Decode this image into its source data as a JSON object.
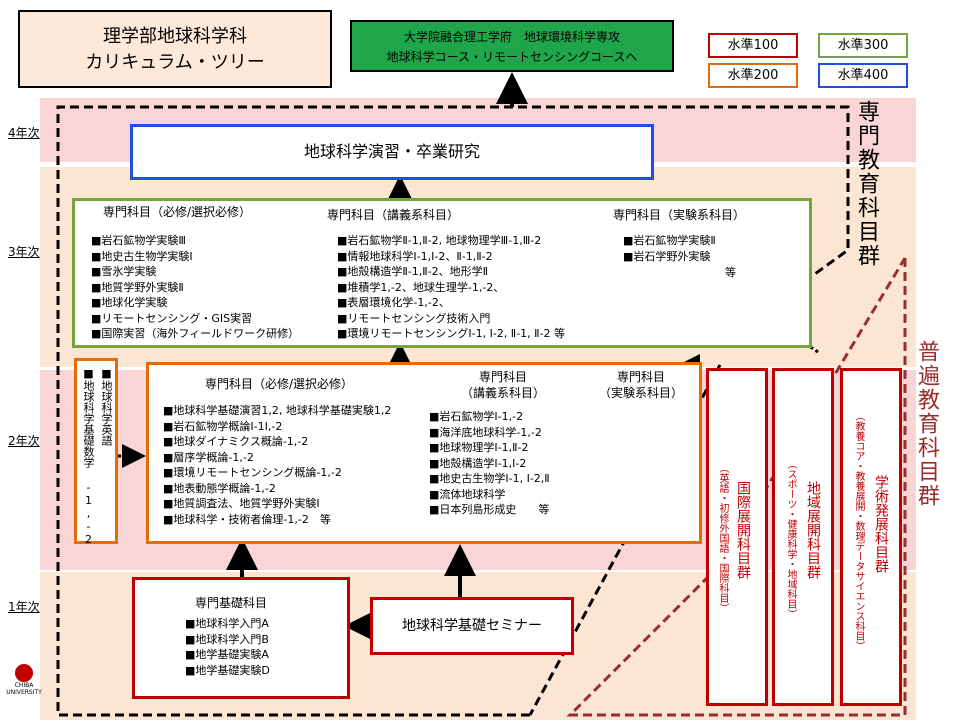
{
  "title": {
    "line1": "理学部地球科学科",
    "line2": "カリキュラム・ツリー"
  },
  "graduate": {
    "line1": "大学院融合理工学府　地球環境科学専攻",
    "line2": "地球科学コース・リモートセンシングコースへ"
  },
  "legend": {
    "l100": "水準100",
    "l200": "水準200",
    "l300": "水準300",
    "l400": "水準400",
    "colors": {
      "l100": "#c00000",
      "l200": "#e36c0a",
      "l300": "#77a33e",
      "l400": "#1f4fe0"
    }
  },
  "years": {
    "y4": "4年次",
    "y3": "3年次",
    "y2": "2年次",
    "y1": "1年次"
  },
  "groups": {
    "senmon": "専門教育科目群",
    "fuhen": "普遍教育科目群"
  },
  "year4": {
    "title": "地球科学演習・卒業研究"
  },
  "year3": {
    "col1": {
      "header": "専門科目（必修/選択必修）",
      "items": [
        "■岩石鉱物学実験Ⅲ",
        "■地史古生物学実験Ⅰ",
        "■雪氷学実験",
        "■地質学野外実験Ⅱ",
        "■地球化学実験",
        "■リモートセンシング・GIS実習",
        "■国際実習（海外フィールドワーク研修）"
      ]
    },
    "col2": {
      "header": "専門科目（講義系科目）",
      "items": [
        "■岩石鉱物学Ⅱ-1,Ⅱ-2, 地球物理学Ⅲ-1,Ⅲ-2",
        "■情報地球科学Ⅰ-1,Ⅰ-2、Ⅱ-1,Ⅱ-2",
        "■地殻構造学Ⅱ-1,Ⅱ-2、地形学Ⅱ",
        "■堆積学1,-2、地球生理学-1,-2、",
        "■表層環境化学-1,-2、",
        "■リモートセンシング技術入門",
        "■環境リモートセンシングⅠ-1, Ⅰ-2, Ⅱ-1, Ⅱ-2 等"
      ]
    },
    "col3": {
      "header": "専門科目（実験系科目）",
      "items": [
        "■岩石鉱物学実験Ⅱ",
        "■岩石学野外実験"
      ],
      "etc": "等"
    }
  },
  "year2": {
    "left_items": [
      "■地球科学基礎数学 -1,-2",
      "■地球科学英語"
    ],
    "header_main": "専門科目（必修/選択必修）",
    "header_lecture": {
      "line1": "専門科目",
      "line2": "（講義系科目）"
    },
    "header_exp": {
      "line1": "専門科目",
      "line2": "（実験系科目）"
    },
    "col1": [
      "■地球科学基礎演習1,2, 地球科学基礎実験1,2",
      "■岩石鉱物学概論Ⅰ-1Ⅰ,-2",
      "■地球ダイナミクス概論-1,-2",
      "■層序学概論-1,-2",
      "■環境リモートセンシング概論-1,-2",
      "■地表動態学概論-1,-2",
      "■地質調査法、地質学野外実験Ⅰ",
      "■地球科学・技術者倫理-1,-2　等"
    ],
    "col2": [
      "■岩石鉱物学Ⅰ-1,-2",
      "■海洋底地球科学-1,-2",
      "■地球物理学Ⅰ-1,Ⅱ-2",
      "■地殻構造学Ⅰ-1,Ⅰ-2",
      "■地史古生物学Ⅰ-1, Ⅰ-2,Ⅱ",
      "■流体地球科学",
      "■日本列島形成史　　等"
    ]
  },
  "year1": {
    "kiso": {
      "header": "専門基礎科目",
      "items": [
        "■地球科学入門A",
        "■地球科学入門B",
        "■地学基礎実験A",
        "■地学基礎実験D"
      ]
    },
    "seminar": "地球科学基礎セミナー"
  },
  "fuhen_cols": [
    {
      "title": "国際展開科目群",
      "sub": "（英語・初修外国語・国際科目）"
    },
    {
      "title": "地域展開科目群",
      "sub": "（スポーツ・健康科学・地域科目）"
    },
    {
      "title": "学術発展科目群",
      "sub": "（教養コア・教養展開・数理データサイエンス科目）"
    }
  ],
  "logo": {
    "line1": "CHIBA",
    "line2": "UNIVERSITY"
  }
}
